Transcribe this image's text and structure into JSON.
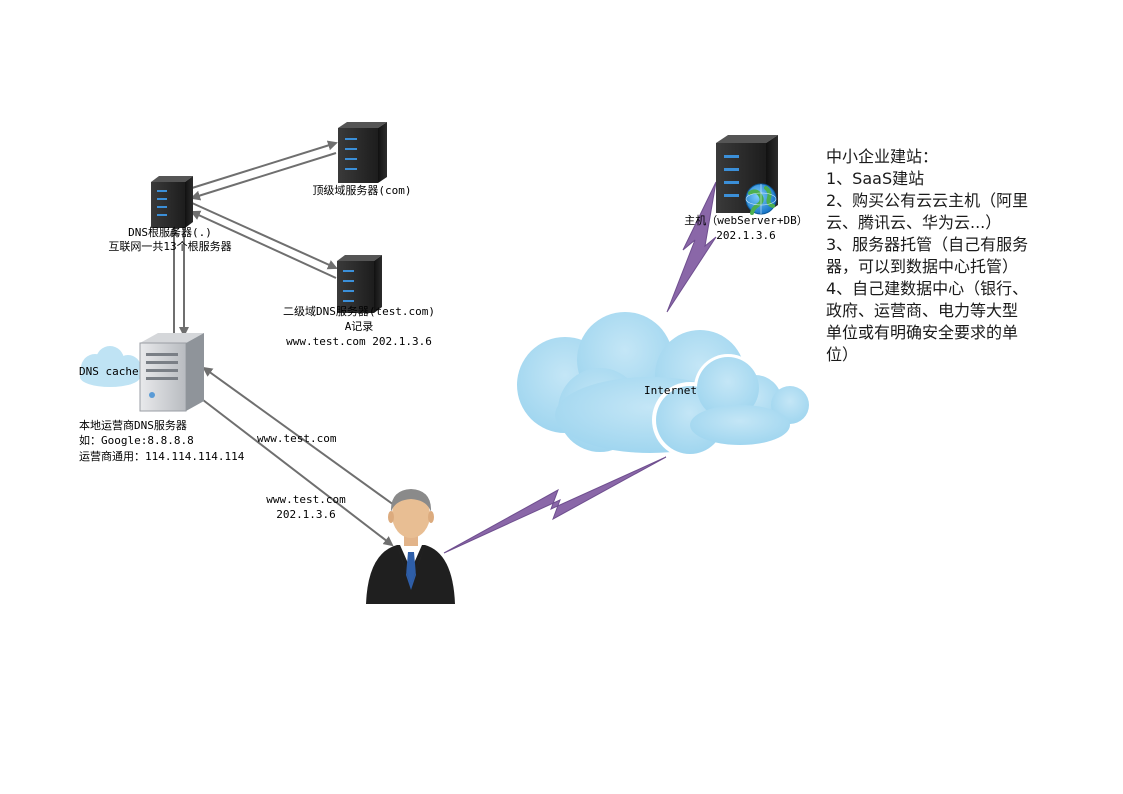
{
  "root_server": {
    "line1": "DNS根服务器(.)",
    "line2": "互联网一共13个根服务器"
  },
  "tld_server": {
    "label": "顶级域服务器(com)"
  },
  "sld_server": {
    "line1": "二级域DNS服务器(test.com)",
    "line2": "A记录",
    "line3": "www.test.com 202.1.3.6"
  },
  "local_dns": {
    "cache_label": "DNS cache",
    "line1": "本地运营商DNS服务器",
    "line2": "如：Google:8.8.8.8",
    "line3": "运营商通用：114.114.114.114"
  },
  "query_label": "www.test.com",
  "answer_label": {
    "line1": "www.test.com",
    "line2": "202.1.3.6"
  },
  "host": {
    "line1": "主机（webServer+DB）",
    "line2": "202.1.3.6"
  },
  "cloud_label": "Internet",
  "notes": [
    "中小企业建站：",
    "1、SaaS建站",
    "2、购买公有云云主机（阿里",
    "云、腾讯云、华为云...）",
    "3、服务器托管（自己有服务",
    "器，可以到数据中心托管）",
    "4、自己建数据中心（银行、",
    "政府、运营商、电力等大型",
    "单位或有明确安全要求的单",
    "位）"
  ]
}
